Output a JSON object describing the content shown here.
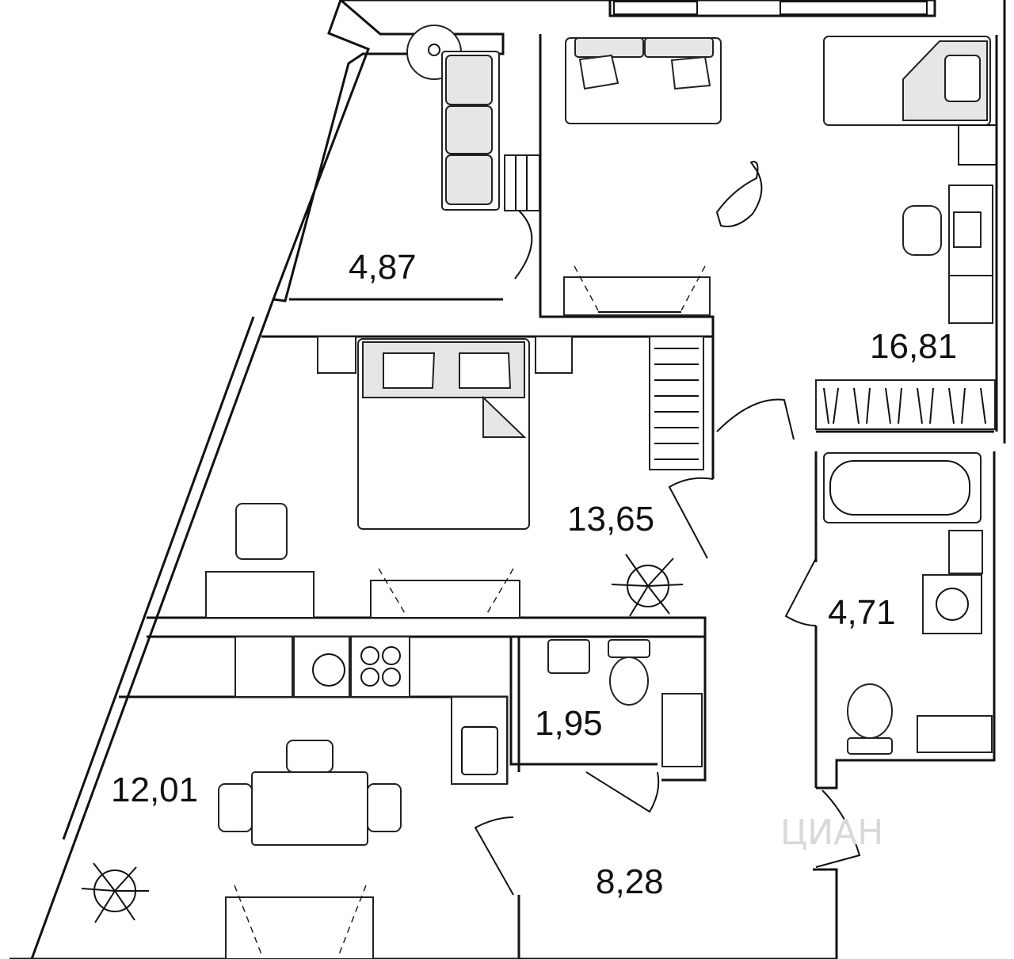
{
  "rooms": [
    {
      "id": "balcony",
      "area": "4,87"
    },
    {
      "id": "living-room",
      "area": "16,81"
    },
    {
      "id": "bedroom",
      "area": "13,65"
    },
    {
      "id": "bathroom",
      "area": "4,71"
    },
    {
      "id": "wc",
      "area": "1,95"
    },
    {
      "id": "kitchen",
      "area": "12,01"
    },
    {
      "id": "hallway",
      "area": "8,28"
    }
  ],
  "watermark": "ЦИАН"
}
